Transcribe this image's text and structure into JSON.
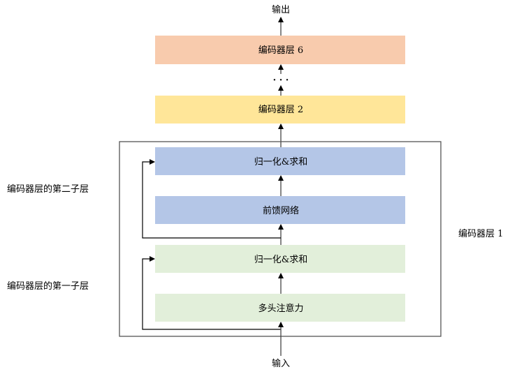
{
  "output_label": "输出",
  "input_label": "输入",
  "ellipsis": "· · ·",
  "layers": {
    "layer6": "编码器层 6",
    "layer2": "编码器层 2",
    "layer1": "编码器层 1"
  },
  "sublayer2": {
    "label": "编码器层的第二子层",
    "norm": "归一化&求和",
    "ffn": "前馈网络"
  },
  "sublayer1": {
    "label": "编码器层的第一子层",
    "norm": "归一化&求和",
    "attention": "多头注意力"
  },
  "colors": {
    "layer6": "#F8CBAD",
    "layer2": "#FFE699",
    "sublayer2": "#B4C6E7",
    "sublayer1": "#E2EFDA"
  }
}
